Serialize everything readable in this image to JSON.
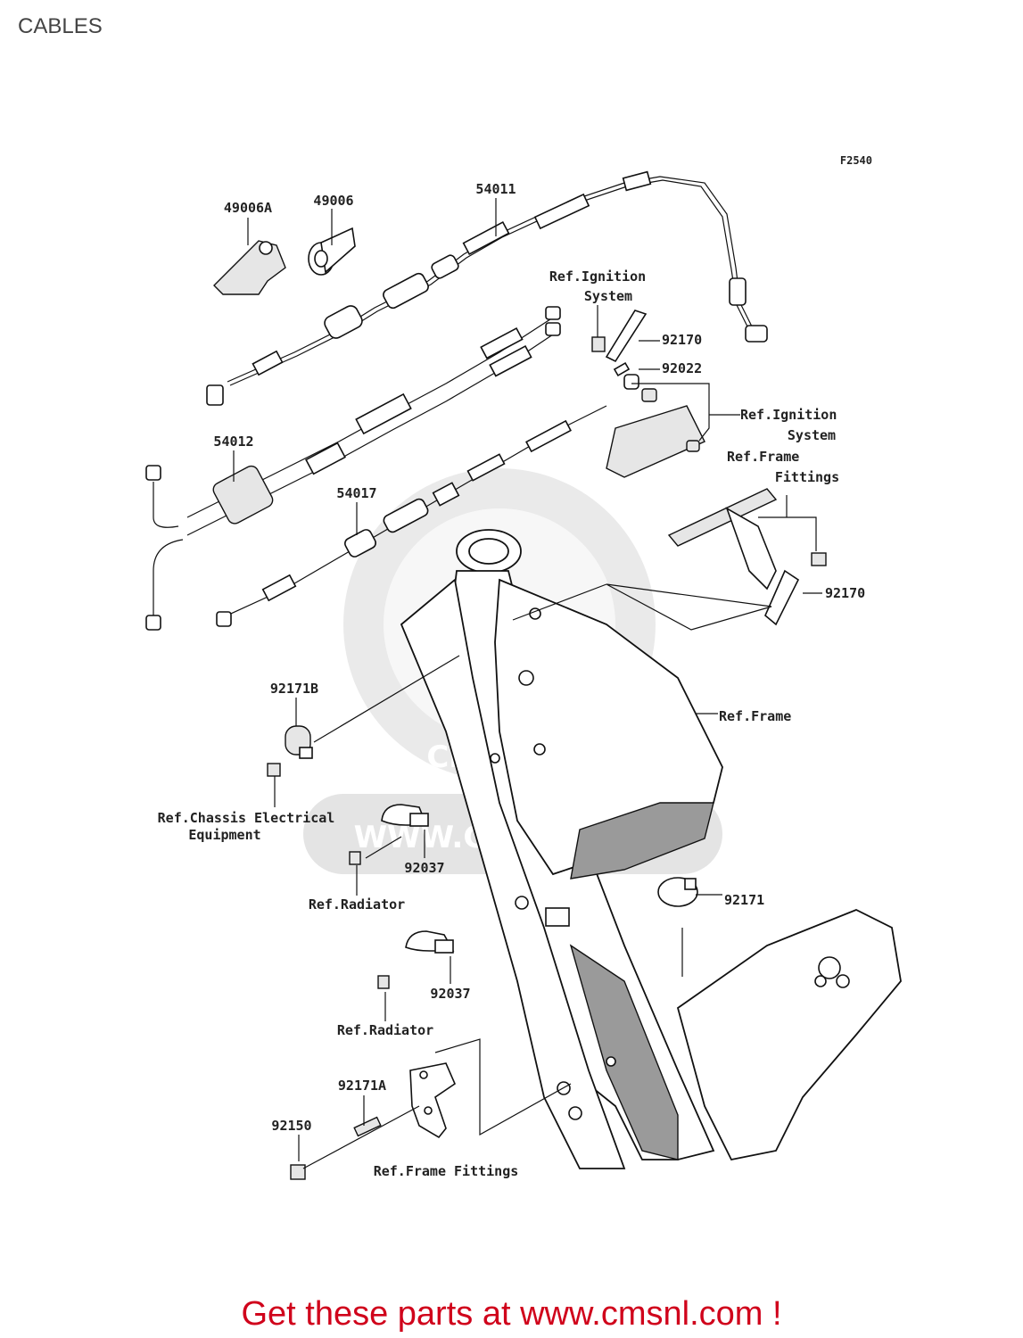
{
  "page": {
    "title": "CABLES",
    "figure_code": "F2540",
    "cta_text": "Get these parts at www.cmsnl.com !"
  },
  "watermark": {
    "logo_text": "CMS",
    "url_text": "WWW.CMSNL.COM"
  },
  "labels": {
    "p49006A": "49006A",
    "p49006": "49006",
    "p54011": "54011",
    "p54012": "54012",
    "p54017": "54017",
    "ref_ignition_1a": "Ref.Ignition",
    "ref_ignition_1b": "System",
    "p92170_top": "92170",
    "p92022": "92022",
    "ref_ignition_2a": "Ref.Ignition",
    "ref_ignition_2b": "System",
    "ref_frame_fittings_1a": "Ref.Frame",
    "ref_frame_fittings_1b": "Fittings",
    "p92170_mid": "92170",
    "p92171B": "92171B",
    "ref_frame": "Ref.Frame",
    "ref_chassis_a": "Ref.Chassis Electrical",
    "ref_chassis_b": "Equipment",
    "p92037_top": "92037",
    "ref_radiator_1": "Ref.Radiator",
    "p92171": "92171",
    "p92037_bot": "92037",
    "ref_radiator_2": "Ref.Radiator",
    "p92171A": "92171A",
    "p92150": "92150",
    "ref_frame_fittings_2": "Ref.Frame Fittings"
  }
}
